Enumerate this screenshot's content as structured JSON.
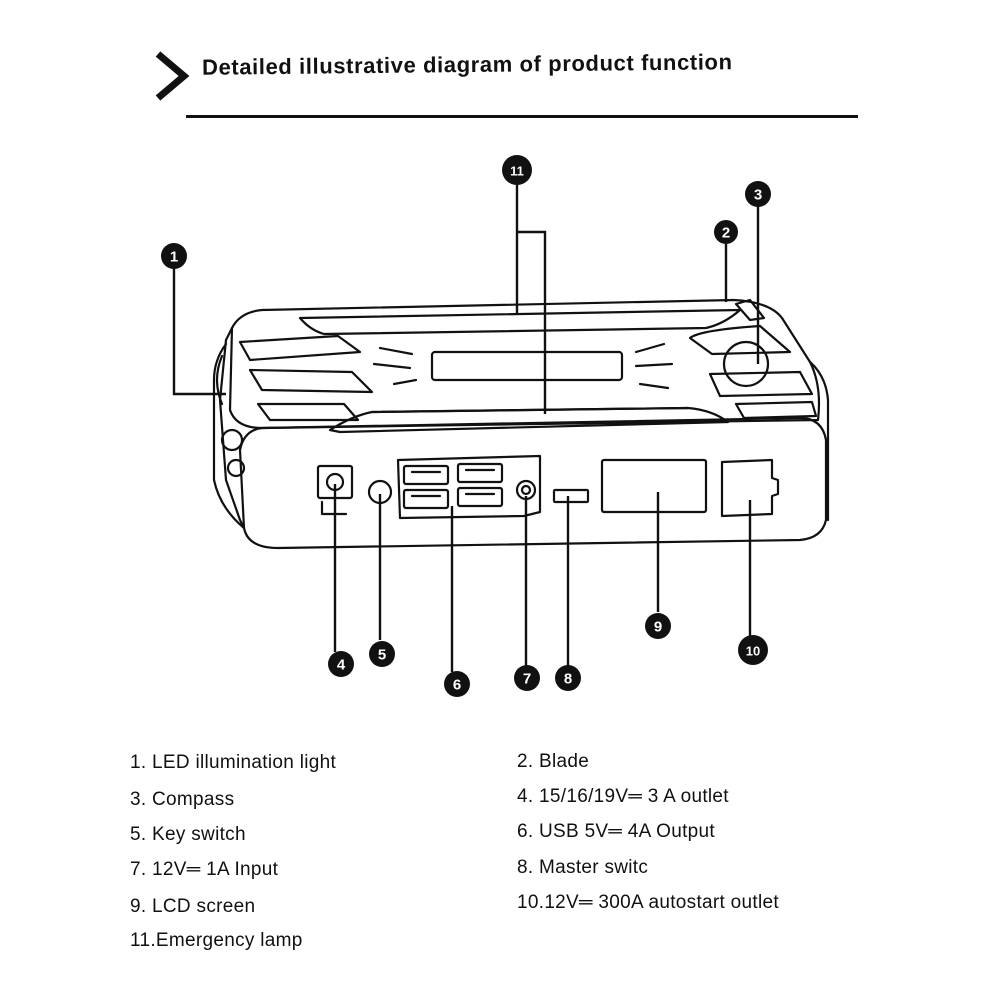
{
  "header": {
    "title": "Detailed illustrative diagram of product function",
    "arrow_icon": "chevron-right-icon"
  },
  "callouts": [
    {
      "id": "1",
      "label": "1"
    },
    {
      "id": "2",
      "label": "2"
    },
    {
      "id": "3",
      "label": "3"
    },
    {
      "id": "4",
      "label": "4"
    },
    {
      "id": "5",
      "label": "5"
    },
    {
      "id": "6",
      "label": "6"
    },
    {
      "id": "7",
      "label": "7"
    },
    {
      "id": "8",
      "label": "8"
    },
    {
      "id": "9",
      "label": "9"
    },
    {
      "id": "10",
      "label": "10"
    },
    {
      "id": "11",
      "label": "11"
    }
  ],
  "legend": {
    "item_1": "1. LED illumination light",
    "item_2": "2. Blade",
    "item_3": "3. Compass",
    "item_4": "4. 15/16/19V═ 3 A outlet",
    "item_5": "5. Key switch",
    "item_6": "6. USB 5V═ 4A Output",
    "item_7": "7. 12V═ 1A Input",
    "item_8": "8. Master switc",
    "item_9": "9. LCD screen",
    "item_10": "10.12V═ 300A autostart outlet",
    "item_11": "11.Emergency lamp"
  },
  "colors": {
    "ink": "#111111",
    "paper": "#ffffff"
  }
}
